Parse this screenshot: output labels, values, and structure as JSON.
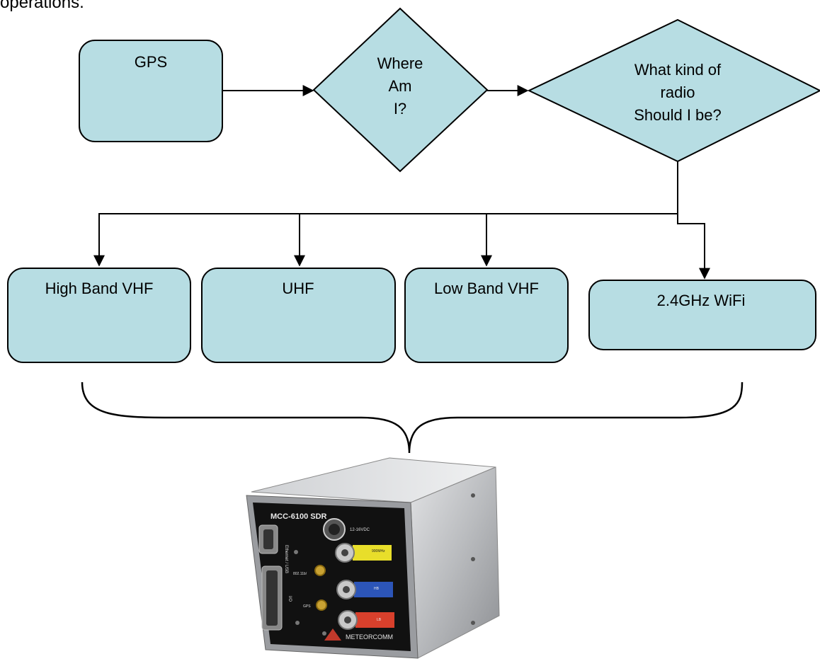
{
  "intro_text": "operations.",
  "nodes": {
    "gps": "GPS",
    "where_am_i": [
      "Where",
      "Am",
      "I?"
    ],
    "what_radio": [
      "What kind of",
      "radio",
      "Should I be?"
    ],
    "high_band_vhf": "High Band VHF",
    "uhf": "UHF",
    "low_band_vhf": "Low Band VHF",
    "wifi": "2.4GHz WiFi"
  },
  "device": {
    "model": "MCC-6100 SDR",
    "brand": "METEORCOMM",
    "port_dc": "12-16VDC",
    "port_ethernet": "Ethernet / USB",
    "port_io": "I/O",
    "port_wifi": "802.11b/",
    "port_gps": "GPS",
    "port_uhf": "900MHz",
    "port_hb": "HB",
    "port_lb": "LB"
  },
  "colors": {
    "box_fill": "#b7dde3",
    "stroke": "#000000",
    "device_body": "#b9bbbe",
    "device_face": "#111111",
    "yellow": "#e8de2a",
    "blue": "#2c55b8",
    "red": "#d8402c"
  }
}
